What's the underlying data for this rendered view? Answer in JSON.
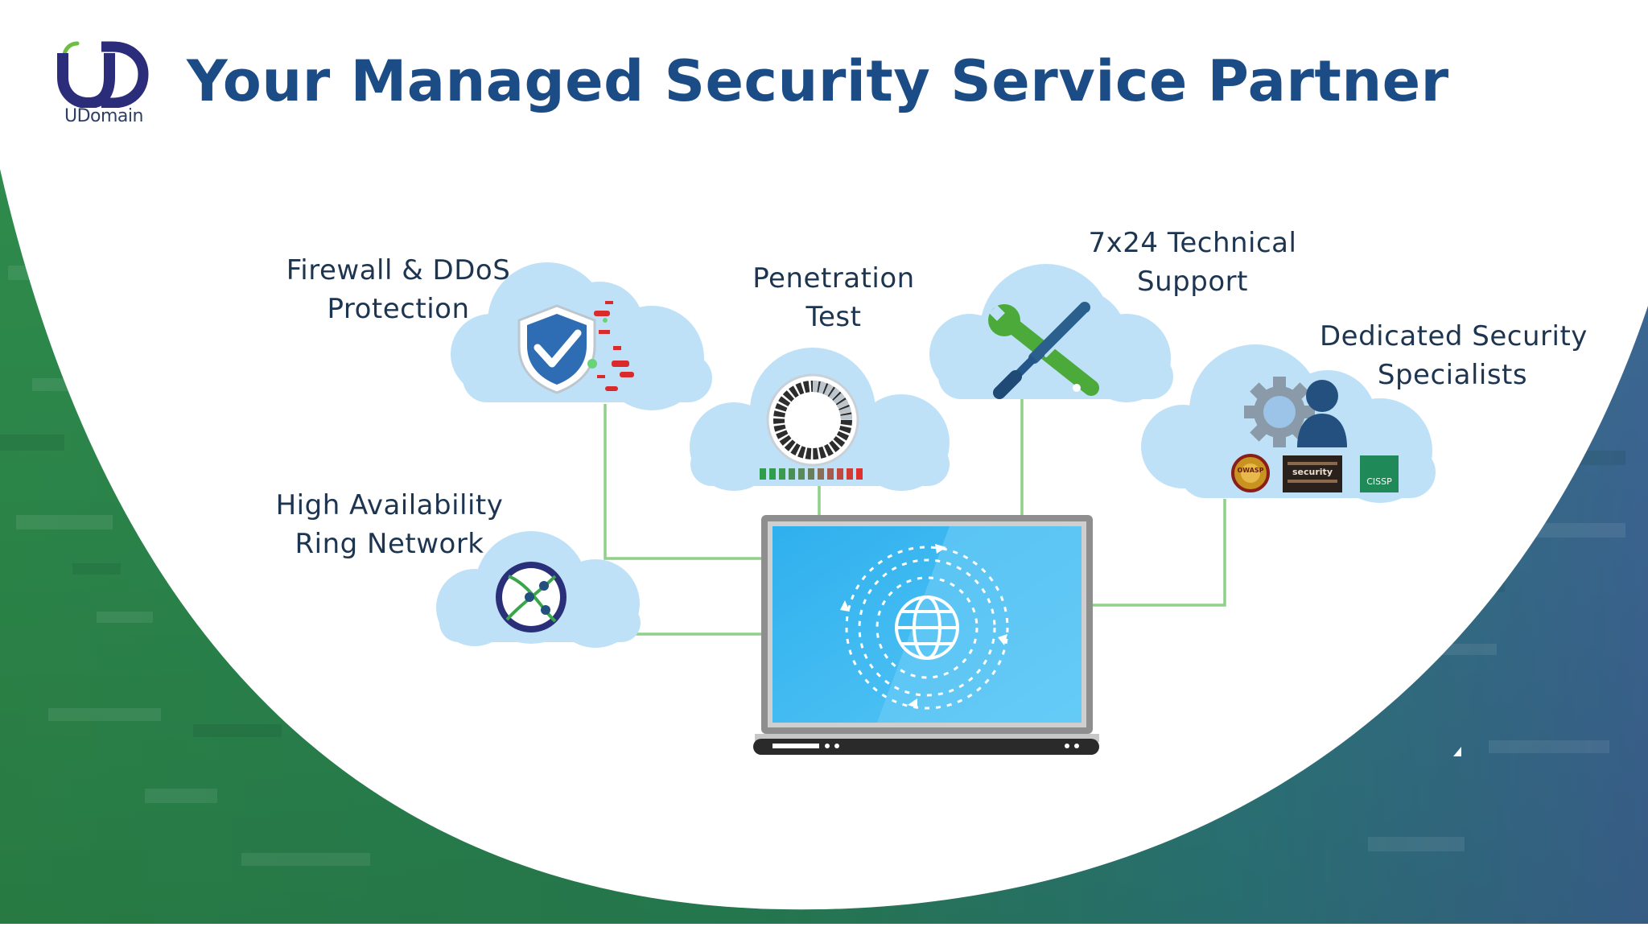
{
  "header": {
    "title": "Your Managed Security Service Partner",
    "logo_text": "UDomain"
  },
  "services": {
    "firewall": {
      "line1": "Firewall & DDoS",
      "line2": "Protection",
      "icon": "shield-check-icon"
    },
    "pentest": {
      "line1": "Penetration",
      "line2": "Test",
      "icon": "scan-gauge-icon"
    },
    "support": {
      "line1": "7x24 Technical",
      "line2": "Support",
      "icon": "tools-icon"
    },
    "specialists": {
      "line1": "Dedicated Security",
      "line2": "Specialists",
      "icon": "gear-user-icon"
    },
    "ring": {
      "line1": "High Availability",
      "line2": "Ring Network",
      "icon": "ring-network-icon"
    }
  },
  "badges": {
    "left": "OWASP",
    "middle": "security",
    "right": "CISSP"
  },
  "colors": {
    "title": "#1c4c86",
    "label_text": "#1e3550",
    "cloud": "#bfe1f7",
    "connector": "#8fd18a",
    "green_band": "#2f8f4e",
    "blue_band": "#3f6b9a",
    "screen": "#3fb8ef"
  }
}
